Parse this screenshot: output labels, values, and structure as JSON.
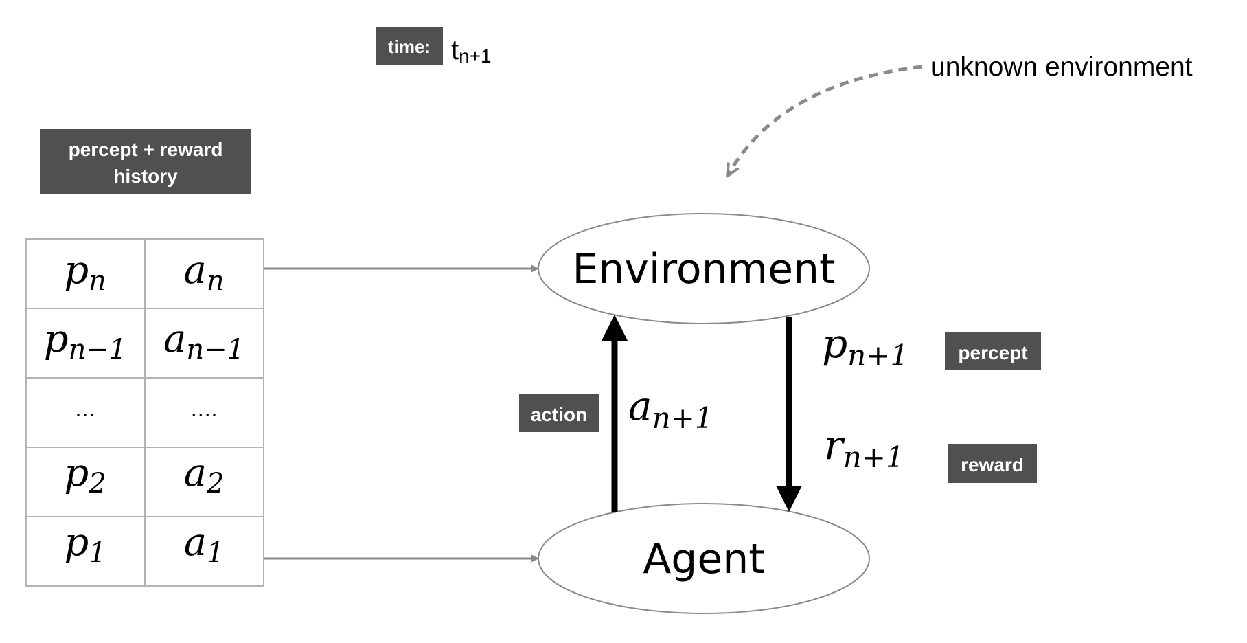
{
  "time_label": {
    "badge": "time:",
    "value_main": "t",
    "value_sub": "n+1"
  },
  "annotation": {
    "text": "unknown environment"
  },
  "history": {
    "badge_line1": "percept + reward",
    "badge_line2": "history",
    "rows": [
      {
        "p": "p",
        "p_sub": "n",
        "a": "a",
        "a_sub": "n"
      },
      {
        "p": "p",
        "p_sub": "n−1",
        "a": "a",
        "a_sub": "n−1"
      },
      {
        "p": "…",
        "p_sub": "",
        "a": "….",
        "a_sub": ""
      },
      {
        "p": "p",
        "p_sub": "2",
        "a": "a",
        "a_sub": "2"
      },
      {
        "p": "p",
        "p_sub": "1",
        "a": "a",
        "a_sub": "1"
      }
    ]
  },
  "nodes": {
    "environment": "Environment",
    "agent": "Agent"
  },
  "edges": {
    "action": {
      "badge": "action",
      "sym": "a",
      "sub": "n+1"
    },
    "percept": {
      "badge": "percept",
      "sym": "p",
      "sub": "n+1"
    },
    "reward": {
      "badge": "reward",
      "sym": "r",
      "sub": "n+1"
    }
  },
  "colors": {
    "badge_bg": "#4f5052",
    "thin_line": "#8a8a8a",
    "thick_arrow": "#000000",
    "table_border": "#b3b3b3"
  }
}
